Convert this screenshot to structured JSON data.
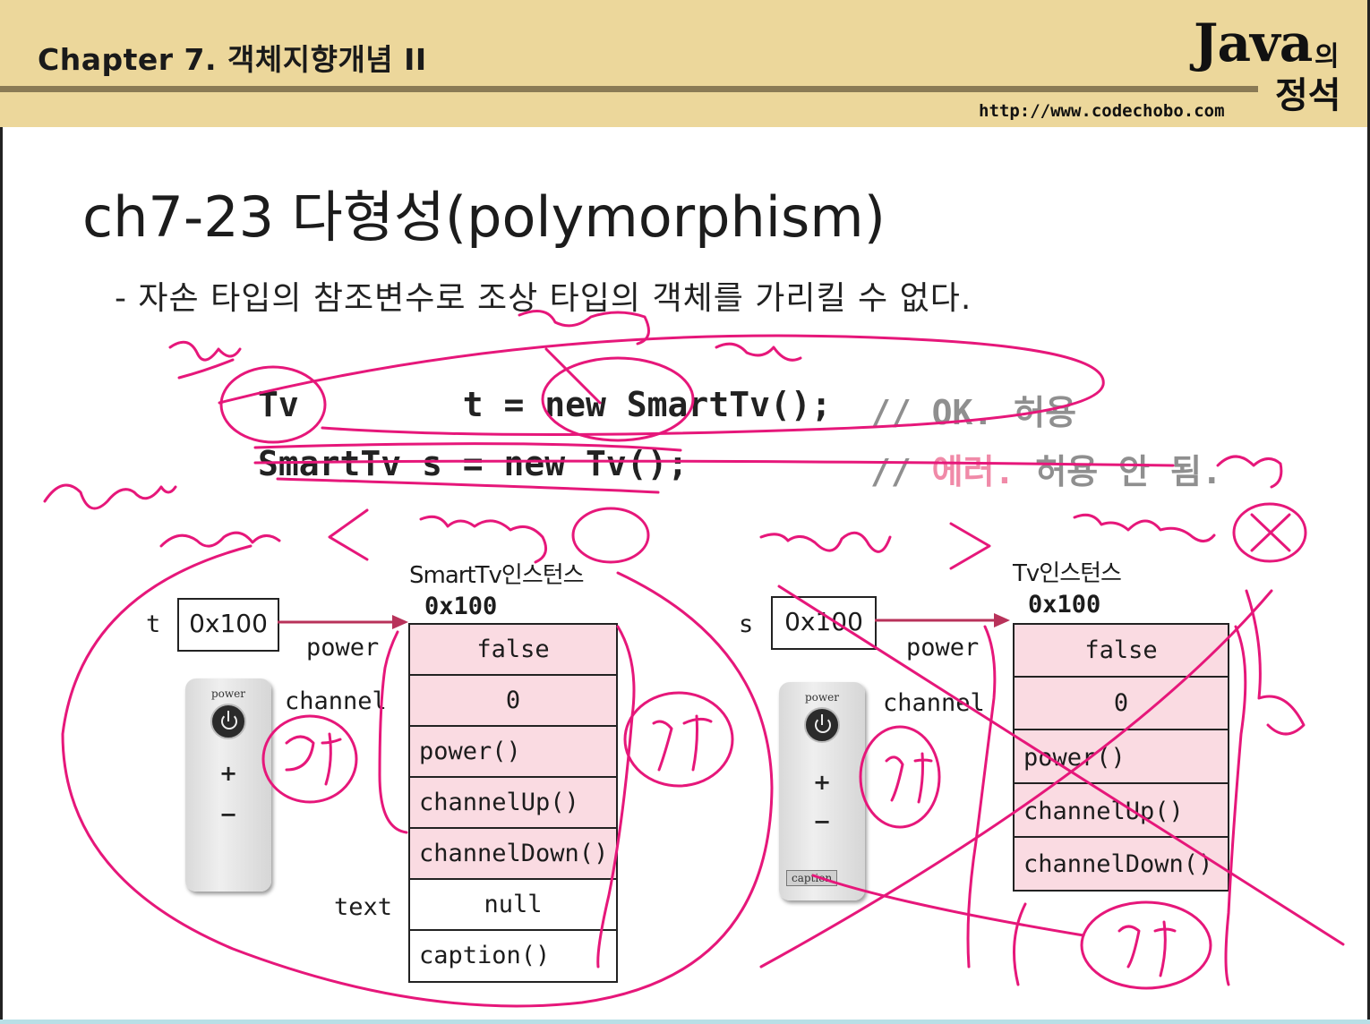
{
  "header": {
    "chapter": "Chapter 7. 객체지향개념 II",
    "logo_java": "Java",
    "logo_ui": "의",
    "logo_jeongseok": "정석",
    "url": "http://www.codechobo.com"
  },
  "slide": {
    "title": "ch7-23 다형성(polymorphism)",
    "subtitle": "- 자손 타입의 참조변수로 조상 타입의 객체를 가리킬 수 없다.",
    "code": [
      {
        "line": "Tv        t = new SmartTv();",
        "comment_a": "// OK. 허용",
        "comment_b": ""
      },
      {
        "line": "SmartTv s = new Tv();",
        "comment_a": "// ",
        "comment_err": "에러.",
        "comment_b": " 허용 안 됨."
      }
    ]
  },
  "left_diagram": {
    "var_name": "t",
    "ref_value": "0x100",
    "instance_title": "SmartTv인스턴스",
    "address": "0x100",
    "labels": {
      "power": "power",
      "channel": "channel",
      "text": "text"
    },
    "cells": [
      "false",
      "0",
      "power()",
      "channelUp()",
      "channelDown()",
      "null",
      "caption()"
    ],
    "remote": {
      "power": "power",
      "plus": "+",
      "minus": "−"
    }
  },
  "right_diagram": {
    "var_name": "s",
    "ref_value": "0x100",
    "instance_title": "Tv인스턴스",
    "address": "0x100",
    "labels": {
      "power": "power",
      "channel": "channel"
    },
    "cells": [
      "false",
      "0",
      "power()",
      "channelUp()",
      "channelDown()"
    ],
    "remote": {
      "power": "power",
      "plus": "+",
      "minus": "−",
      "caption": "caption"
    }
  },
  "colors": {
    "header_bg": "#ecd79b",
    "cell_pink": "#fadbe2",
    "ink": "#e6177a",
    "arrow": "#b8325a"
  }
}
